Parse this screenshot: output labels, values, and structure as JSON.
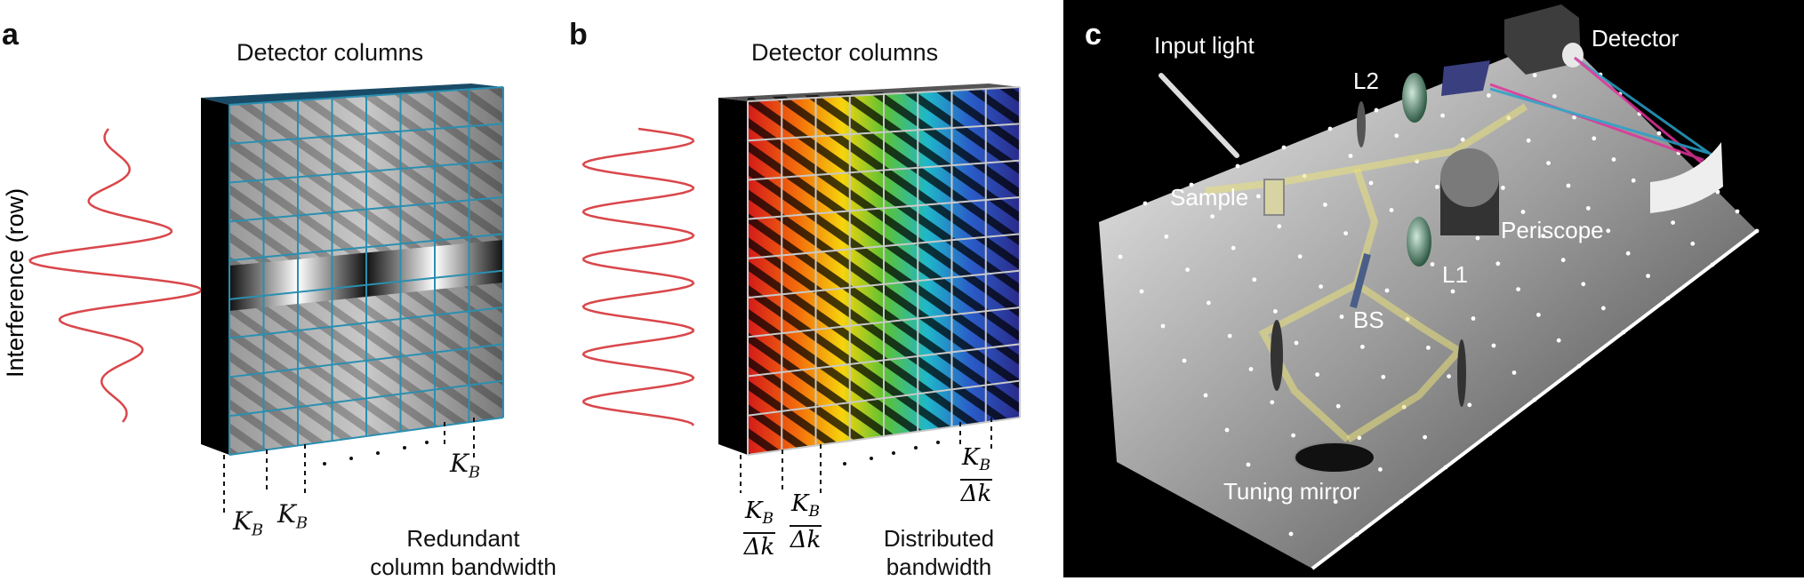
{
  "panel_a": {
    "letter": "a",
    "title": "Detector columns",
    "y_label": "Interference (row)",
    "k_label_main": "K",
    "k_label_sub": "B",
    "note_line1": "Redundant",
    "note_line2": "column bandwidth"
  },
  "panel_b": {
    "letter": "b",
    "title": "Detector columns",
    "frac_num_main": "K",
    "frac_num_sub": "B",
    "frac_den": "Δk",
    "note_line1": "Distributed",
    "note_line2": "bandwidth"
  },
  "panel_c": {
    "letter": "c",
    "input_light": "Input light",
    "detector": "Detector",
    "l2": "L2",
    "sample": "Sample",
    "periscope": "Periscope",
    "l1": "L1",
    "bs": "BS",
    "tuning_mirror": "Tuning mirror"
  },
  "colors": {
    "wave": "#d9474b",
    "grid_a": "#2a8fb0",
    "grid_b": "#c9c9c9",
    "cube_side": "#000000",
    "beam": "#e8e07a"
  }
}
